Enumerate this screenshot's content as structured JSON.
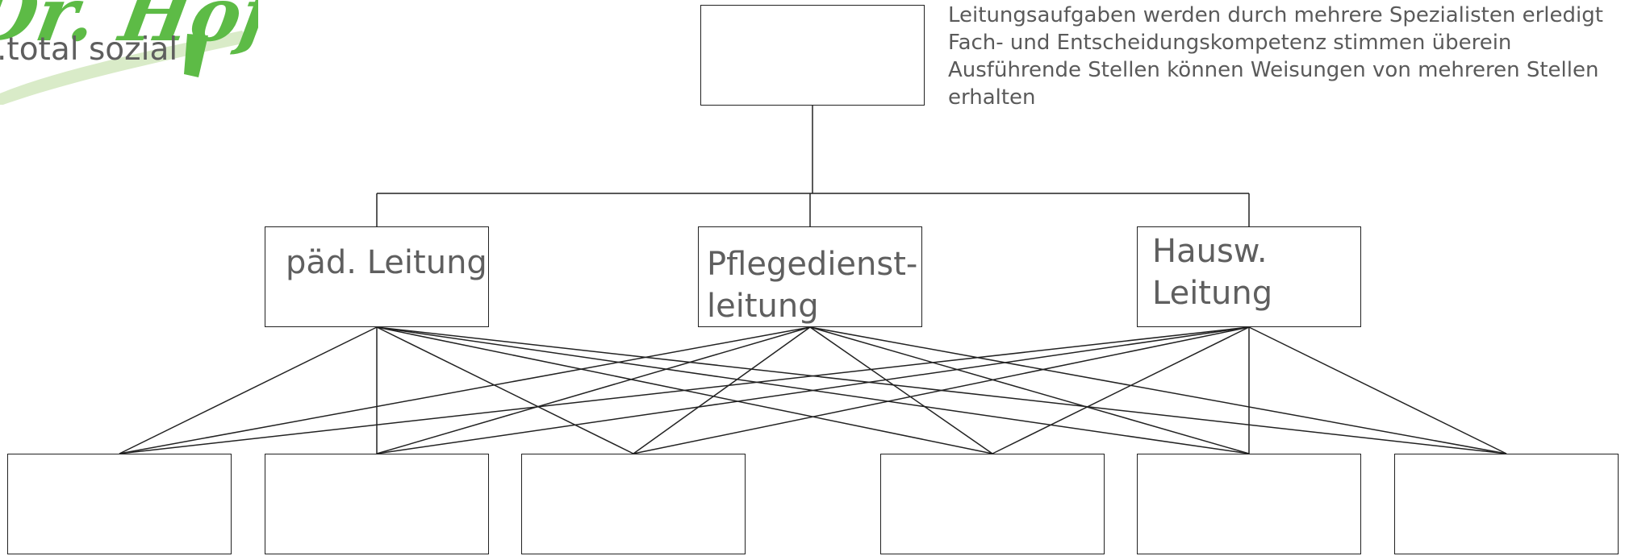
{
  "logo": {
    "script_text": "Dr. Hof",
    "tagline": ".total sozial",
    "brand_green": "#5dbb46",
    "swoosh_color": "#d9ebc8"
  },
  "description": {
    "lines": [
      "Leitungsaufgaben werden durch mehrere Spezialisten erledigt",
      "Fach- und Entscheidungskompetenz stimmen überein",
      "Ausführende Stellen können Weisungen von mehreren Stellen",
      "erhalten"
    ]
  },
  "org_chart": {
    "top": {
      "label": ""
    },
    "managers": [
      {
        "label_lines": [
          "päd. Leitung"
        ]
      },
      {
        "label_lines": [
          "Pflegedienst-",
          "leitung"
        ]
      },
      {
        "label_lines": [
          "Hausw.",
          "Leitung"
        ]
      }
    ],
    "units": [
      {
        "label": ""
      },
      {
        "label": ""
      },
      {
        "label": ""
      },
      {
        "label": ""
      },
      {
        "label": ""
      },
      {
        "label": ""
      }
    ]
  },
  "colors": {
    "line": "#222222",
    "label_text": "#5f5f5f"
  }
}
